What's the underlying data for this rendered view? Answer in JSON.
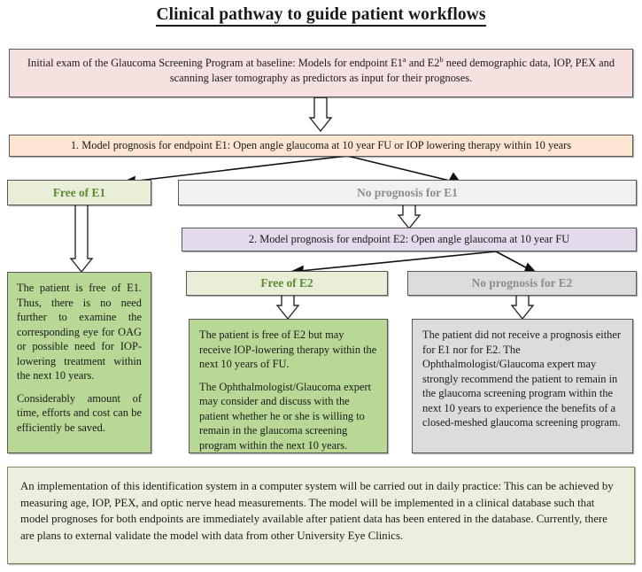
{
  "title": "Clinical pathway to guide patient workflows",
  "boxes": {
    "initial_exam": {
      "text_part1": "Initial exam of the Glaucoma Screening Program at baseline: Models for endpoint E1",
      "sup_a": "a",
      "text_part2": " and E2",
      "sup_b": "b",
      "text_part3": " need demographic data, IOP, PEX and scanning laser tomography as predictors as input for their prognoses."
    },
    "model_e1": "1. Model prognosis for endpoint E1: Open angle glaucoma at 10 year FU or IOP lowering therapy within 10 years",
    "free_e1_label": "Free of E1",
    "no_prognosis_e1_label": "No prognosis for E1",
    "model_e2": "2. Model prognosis for endpoint E2: Open angle glaucoma at 10 year FU",
    "free_e2_label": "Free of E2",
    "no_prognosis_e2_label": "No prognosis for E2",
    "free_e1_detail": {
      "para1": "The patient is free of E1. Thus, there is no need further to examine the corresponding eye for OAG or possible need for IOP-lowering treatment within the next 10 years.",
      "para2": "Considerably amount of time, efforts and cost can be efficiently be saved."
    },
    "free_e2_detail": {
      "para1": "The patient is free of E2 but may receive IOP-lowering therapy within the next 10 years of FU.",
      "para2": "The Ophthalmologist/Glaucoma expert may consider and discuss with the patient whether he or she is willing to remain in the glaucoma screening program within the next 10 years."
    },
    "no_prognosis_e2_detail": {
      "para1": "The patient did not receive a prognosis either for E1 nor for E2. The Ophthalmologist/Glaucoma expert may strongly recommend the patient to remain in the glaucoma screening program within the next 10 years to experience the benefits of a closed-meshed glaucoma screening program."
    },
    "implementation_note": "An implementation of this identification system in a computer system will be carried out in daily practice: This can be achieved by measuring age, IOP, PEX, and optic nerve head measurements. The model will be implemented in a clinical database such that model prognoses for both endpoints are immediately available after patient data has been entered in the database. Currently, there are plans to external validate the model with data from other University Eye Clinics."
  },
  "colors": {
    "pink": "#f6e1e1",
    "peach": "#fce6d2",
    "purple": "#e3dbeb",
    "light_green": "#e8eed7",
    "green": "#b9d795",
    "grey": "#f1f1f1",
    "dark_grey": "#dcdcdc",
    "ivory": "#ecefdd",
    "green_text": "#5a8a32",
    "grey_text": "#8c8c8c",
    "border": "#595959"
  }
}
